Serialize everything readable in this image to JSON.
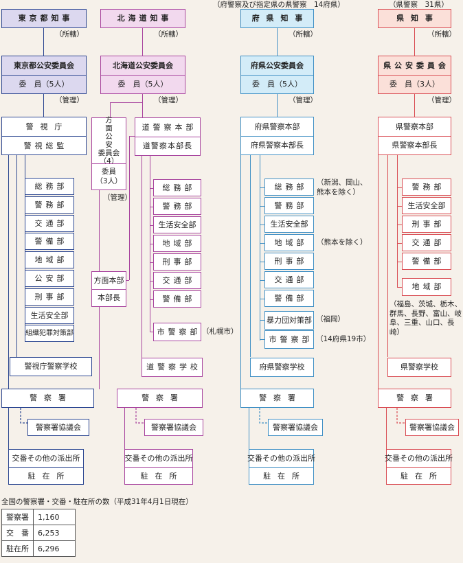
{
  "header_note_pref": "（府警察及び指定県の県警察　14府県）",
  "header_note_ken": "（県警察　31県）",
  "tokyo": {
    "governor": "東京都知事",
    "shokatsu": "（所轄）",
    "commission": "東京都公安委員会",
    "members": "委　員（5人）",
    "kanri": "（管理）",
    "hq1": "警視庁",
    "hq2": "警視総監",
    "depts": [
      "総務部",
      "警務部",
      "交通部",
      "警備部",
      "地域部",
      "公安部",
      "刑事部",
      "生活安全部",
      "組織犯罪対策部"
    ],
    "school": "警視庁警察学校",
    "station": "警察署",
    "council": "警察署協議会",
    "koban": "交番その他の派出所",
    "chuzai": "駐在所"
  },
  "hokkaido": {
    "governor": "北海道知事",
    "shokatsu": "（所轄）",
    "commission": "北海道公安委員会",
    "members": "委　員（5人）",
    "kanri": "（管理）",
    "area_comm": "方面公安委員会（4）",
    "area_comm_lines": [
      "方",
      "面",
      "公",
      "安",
      "委員会",
      "（4）"
    ],
    "area_members": [
      "委員",
      "（3人）"
    ],
    "kanri2": "（管理）",
    "area_hq": "方面本部",
    "area_chief": "本部長",
    "hq1": "道警察本部",
    "hq2": "道警察本部長",
    "depts": [
      "総務部",
      "警務部",
      "生活安全部",
      "地域部",
      "刑事部",
      "交通部",
      "警備部"
    ],
    "city_dept": "市警察部",
    "city_note": "（札幌市）",
    "school": "道警察学校",
    "station": "警察署",
    "council": "警察署協議会",
    "koban": "交番その他の派出所",
    "chuzai": "駐在所"
  },
  "pref": {
    "governor": "府県知事",
    "shokatsu": "（所轄）",
    "commission": "府県公安委員会",
    "members": "委　員（5人）",
    "kanri": "（管理）",
    "hq1": "府県警察本部",
    "hq2": "府県警察本部長",
    "depts": [
      "総務部",
      "警務部",
      "生活安全部",
      "地域部",
      "刑事部",
      "交通部",
      "警備部"
    ],
    "note_soumu": "（新潟、岡山、熊本を除く）",
    "note_chiiki": "（熊本を除く）",
    "bouryoku": "暴力団対策部",
    "bouryoku_note": "（福岡）",
    "city_dept": "市警察部",
    "city_note": "（14府県19市）",
    "school": "府県警察学校",
    "station": "警察署",
    "council": "警察署協議会",
    "koban": "交番その他の派出所",
    "chuzai": "駐在所"
  },
  "ken": {
    "governor": "県知事",
    "shokatsu": "（所轄）",
    "commission": "県公安委員会",
    "members": "委　員（3人）",
    "kanri": "（管理）",
    "hq1": "県警察本部",
    "hq2": "県警察本部長",
    "depts": [
      "警務部",
      "生活安全部",
      "刑事部",
      "交通部",
      "警備部"
    ],
    "chiiki": "地域部",
    "chiiki_note": "（福島、茨城、栃木、群馬、長野、富山、岐阜、三重、山口、長崎）",
    "school": "県警察学校",
    "station": "警察署",
    "council": "警察署協議会",
    "koban": "交番その他の派出所",
    "chuzai": "駐在所"
  },
  "stats": {
    "title": "全国の警察署・交番・駐在所の数（平成31年4月1日現在）",
    "rows": [
      {
        "label": "警察署",
        "value": "1,160"
      },
      {
        "label": "交　番",
        "value": "6,253"
      },
      {
        "label": "駐在所",
        "value": "6,296"
      }
    ]
  },
  "colors": {
    "tokyo": "#2a4590",
    "hokkaido": "#a8449e",
    "pref": "#3f8fc4",
    "ken": "#d94c53",
    "background": "#f6f1ea"
  }
}
